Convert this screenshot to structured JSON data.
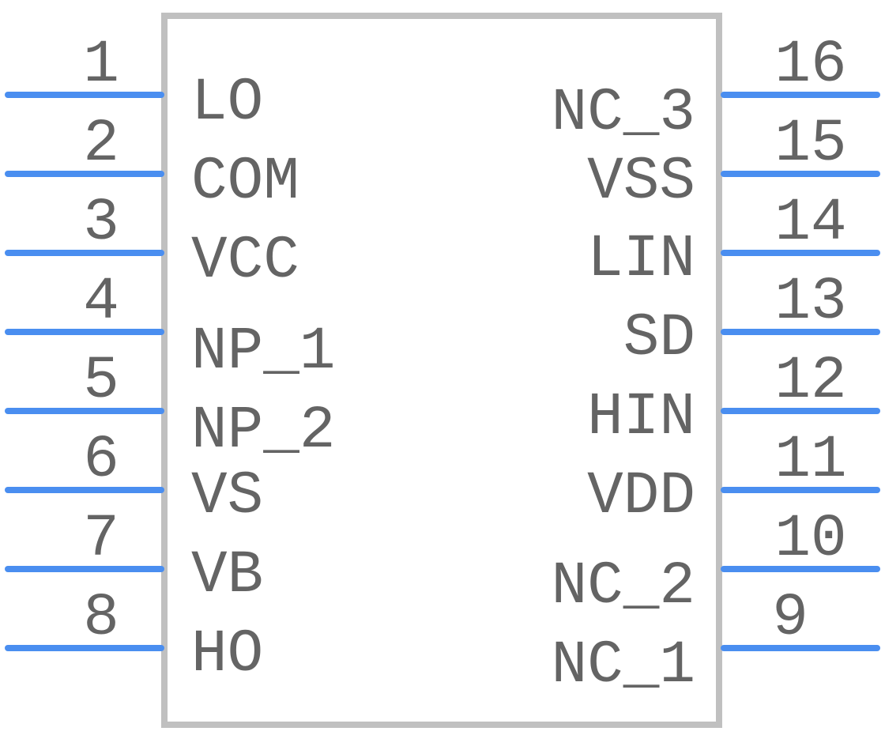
{
  "colors": {
    "body_outline": "#c0c0c0",
    "pin": "#4a8ef0",
    "text": "#646464",
    "background": "#ffffff"
  },
  "left_pins": [
    {
      "number": "1",
      "name": "LO"
    },
    {
      "number": "2",
      "name": "COM"
    },
    {
      "number": "3",
      "name": "VCC"
    },
    {
      "number": "4",
      "name": "NP_1"
    },
    {
      "number": "5",
      "name": "NP_2"
    },
    {
      "number": "6",
      "name": "VS"
    },
    {
      "number": "7",
      "name": "VB"
    },
    {
      "number": "8",
      "name": "HO"
    }
  ],
  "right_pins": [
    {
      "number": "16",
      "name": "NC_3"
    },
    {
      "number": "15",
      "name": "VSS"
    },
    {
      "number": "14",
      "name": "LIN"
    },
    {
      "number": "13",
      "name": "SD"
    },
    {
      "number": "12",
      "name": "HIN"
    },
    {
      "number": "11",
      "name": "VDD"
    },
    {
      "number": "10",
      "name": "NC_2"
    },
    {
      "number": "9",
      "name": "NC_1"
    }
  ]
}
